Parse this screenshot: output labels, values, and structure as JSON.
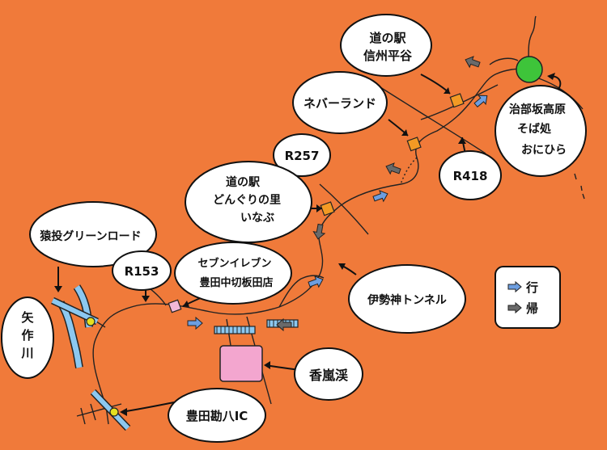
{
  "background_color": "#f07a3a",
  "labels": {
    "michi_no_eki_shinshu_hiraya_line1": "道の駅",
    "michi_no_eki_shinshu_hiraya_line2": "信州平谷",
    "neverland": "ネバーランド",
    "r257": "R257",
    "michi_no_eki_inabu_line1": "道の駅",
    "michi_no_eki_inabu_line2": "どんぐりの里",
    "michi_no_eki_inabu_line3": "いなぶ",
    "r418": "R418",
    "chausuyama_line1": "治部坂高原",
    "chausuyama_line2": "そば処",
    "chausuyama_line3": "おにひら",
    "sanage_green_road": "猿投グリーンロード",
    "r153": "R153",
    "seven_eleven_line1": "セブンイレブン",
    "seven_eleven_line2": "豊田中切板田店",
    "iseigami_tunnel": "伊勢神トンネル",
    "yahagi_river_line1": "矢",
    "yahagi_river_line2": "作",
    "yahagi_river_line3": "川",
    "korankei": "香嵐渓",
    "toyota_kanpachi_ic": "豊田勘八IC"
  },
  "legend": {
    "go": "行",
    "return": "帰",
    "go_color": "#6d9ee0",
    "return_color": "#6a6a6a"
  },
  "marker_colors": {
    "rest_stop": "#f39a24",
    "convenience_store": "#f2b8d8",
    "korankei_area": "#f3a6cf",
    "destination": "#3ec43a",
    "river": "#8cc8f0",
    "interchange": "#e6e020"
  }
}
